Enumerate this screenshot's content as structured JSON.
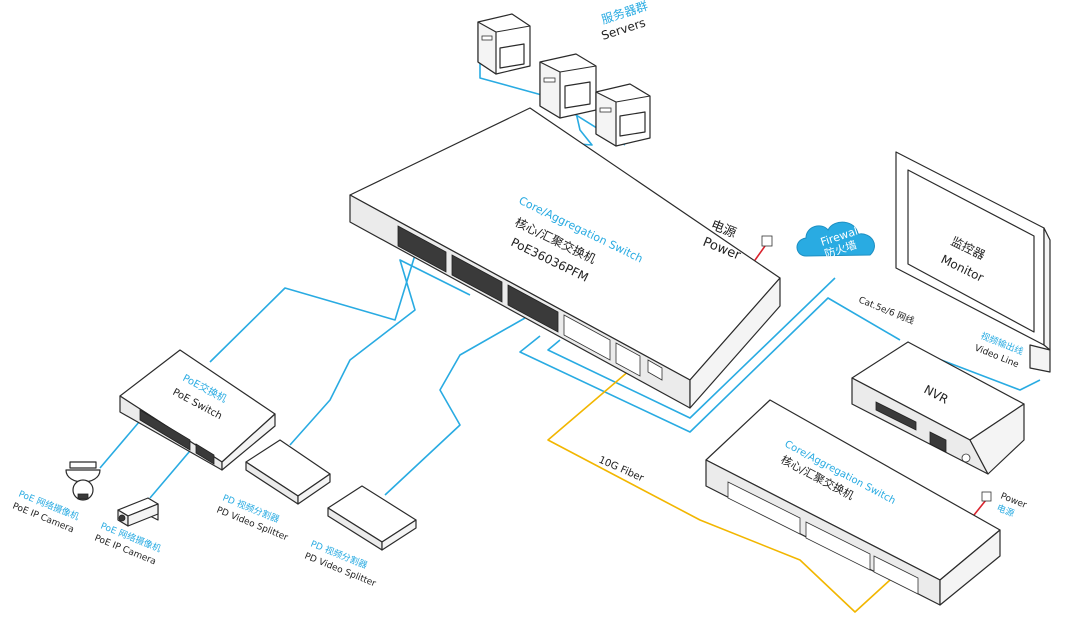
{
  "colors": {
    "cable": "#29abe2",
    "fiber": "#f2b600",
    "power": "#d9232d",
    "device_stroke": "#2b2b2b",
    "label_blue": "#29abe2",
    "label_dark": "#222222"
  },
  "servers": {
    "zh": "服务器群",
    "en": "Servers"
  },
  "core_switch": {
    "en": "Core/Aggregation Switch",
    "zh": "核心/汇聚交换机",
    "model": "PoE36036PFM"
  },
  "power_main": {
    "zh": "电源",
    "en": "Power"
  },
  "firewall": {
    "en": "Firewall",
    "zh": "防火墙"
  },
  "monitor": {
    "zh": "监控器",
    "en": "Monitor"
  },
  "cat_cable": "Cat.5e/6 网线",
  "video_line": {
    "zh": "视频输出线",
    "en": "Video Line"
  },
  "nvr": "NVR",
  "fiber_label": "10G Fiber",
  "core_switch_2": {
    "en": "Core/Aggregation Switch",
    "zh": "核心/汇聚交换机"
  },
  "power_2": {
    "en": "Power",
    "zh": "电源"
  },
  "poe_switch": {
    "zh": "PoE交换机",
    "en": "PoE Switch"
  },
  "camera_1": {
    "zh": "PoE 网络摄像机",
    "en": "PoE IP Camera"
  },
  "camera_2": {
    "zh": "PoE 网络摄像机",
    "en": "PoE IP Camera"
  },
  "splitter_1": {
    "zh": "PD 视频分割器",
    "en": "PD Video Splitter"
  },
  "splitter_2": {
    "zh": "PD 视频分割器",
    "en": "PD Video Splitter"
  }
}
